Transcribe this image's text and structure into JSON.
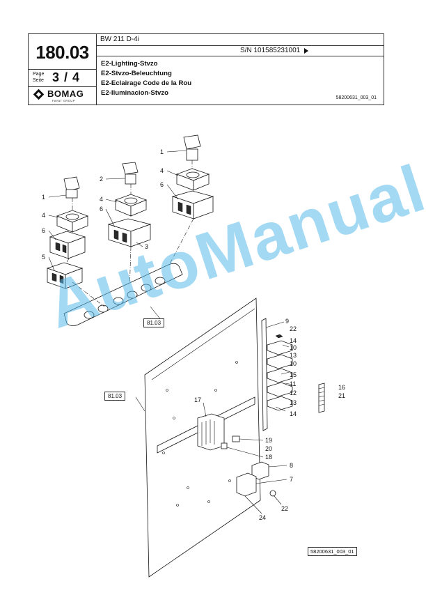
{
  "header": {
    "model": "BW 211 D-4i",
    "serial": "S/N 101585231001",
    "group_number": "180.03",
    "page_label_1": "Page",
    "page_label_2": "Seite",
    "page_value": "3 / 4",
    "titles": [
      "E2-Lighting-Stvzo",
      "E2-Stvzo-Beleuchtung",
      "E2-Eclairage Code de la Rou",
      "E2-Iluminacion-Stvzo"
    ],
    "document_ref": "58200631_003_01",
    "logo_text": "BOMAG",
    "logo_sub": "FAYAT GROUP"
  },
  "drawing": {
    "ref_boxes": [
      "81.03",
      "81.03"
    ],
    "part_labels": {
      "p1a": "1",
      "p4a": "4",
      "p6a": "6",
      "p2": "2",
      "p4b": "4",
      "p6b": "6",
      "p3": "3",
      "p1b": "1",
      "p4c": "4",
      "p6c": "6",
      "p5": "5",
      "p9": "9",
      "p22a": "22",
      "p14a": "14",
      "p10a": "10",
      "p13a": "13",
      "p10b": "10",
      "p15": "15",
      "p11": "11",
      "p12": "12",
      "p13b": "13",
      "p14b": "14",
      "p16": "16",
      "p21": "21",
      "p17": "17",
      "p19": "19",
      "p20": "20",
      "p18": "18",
      "p8": "8",
      "p7": "7",
      "p22b": "22",
      "p24": "24"
    }
  },
  "footer": {
    "drawing_ref": "58200631_003_01"
  },
  "watermark": "AutoManual"
}
